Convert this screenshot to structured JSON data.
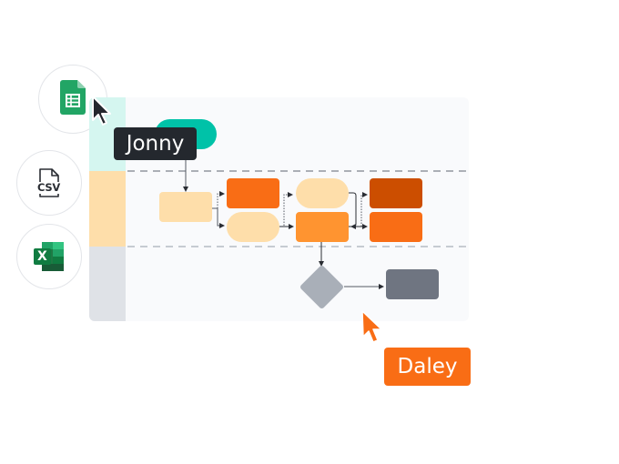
{
  "import_sources": [
    {
      "name": "google-sheets",
      "icon": "google-sheets-icon"
    },
    {
      "name": "csv",
      "icon": "csv-file-icon",
      "text": "CSV"
    },
    {
      "name": "excel",
      "icon": "excel-icon",
      "text": "X"
    }
  ],
  "collaborators": [
    {
      "name": "Jonny",
      "color": "#24282e"
    },
    {
      "name": "Daley",
      "color": "#f96d15"
    }
  ],
  "colors": {
    "lane1": "#d5f6f0",
    "lane2": "#fedeaa",
    "lane3": "#dfe2e7",
    "teal": "#00c2a8",
    "peach": "#fedeaa",
    "orange": "#f96d15",
    "light_orange": "#ff9430",
    "dark_orange": "#cc4e00",
    "gray": "#a9afb8",
    "dark_gray": "#6f7581"
  },
  "swimlanes": [
    "lane-1",
    "lane-2",
    "lane-3"
  ]
}
